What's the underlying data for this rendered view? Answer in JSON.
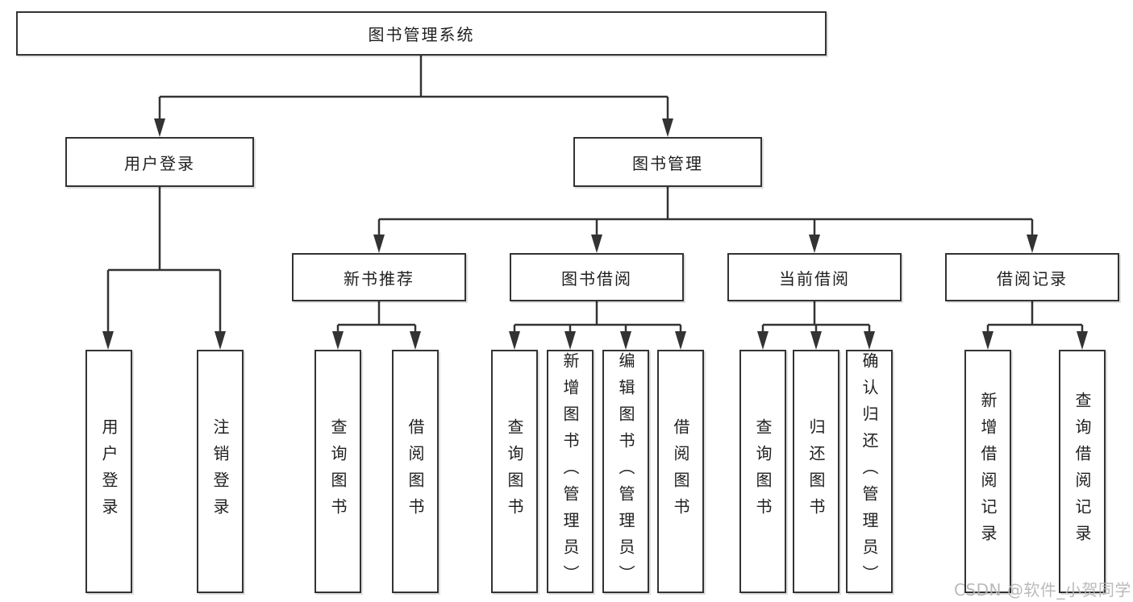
{
  "colors": {
    "line": "#333333",
    "text": "#1f1f1f",
    "box_background": "#ffffff",
    "page_background": "#ffffff",
    "watermark": "#b5b5b5"
  },
  "watermark": {
    "text": "CSDN @软件_小贺同学"
  },
  "diagram": {
    "type": "hierarchy-flowchart",
    "root": {
      "label": "图书管理系统"
    },
    "branches": [
      {
        "label": "用户登录",
        "children": [
          {
            "label": "用户登录"
          },
          {
            "label": "注销登录"
          }
        ]
      },
      {
        "label": "图书管理",
        "children": [
          {
            "label": "新书推荐",
            "children": [
              {
                "label": "查询图书"
              },
              {
                "label": "借阅图书"
              }
            ]
          },
          {
            "label": "图书借阅",
            "children": [
              {
                "label": "查询图书"
              },
              {
                "label": "新增图书（管理员）"
              },
              {
                "label": "编辑图书（管理员）"
              },
              {
                "label": "借阅图书"
              }
            ]
          },
          {
            "label": "当前借阅",
            "children": [
              {
                "label": "查询图书"
              },
              {
                "label": "归还图书"
              },
              {
                "label": "确认归还（管理员）"
              }
            ]
          },
          {
            "label": "借阅记录",
            "children": [
              {
                "label": "新增借阅记录"
              },
              {
                "label": "查询借阅记录"
              }
            ]
          }
        ]
      }
    ]
  }
}
